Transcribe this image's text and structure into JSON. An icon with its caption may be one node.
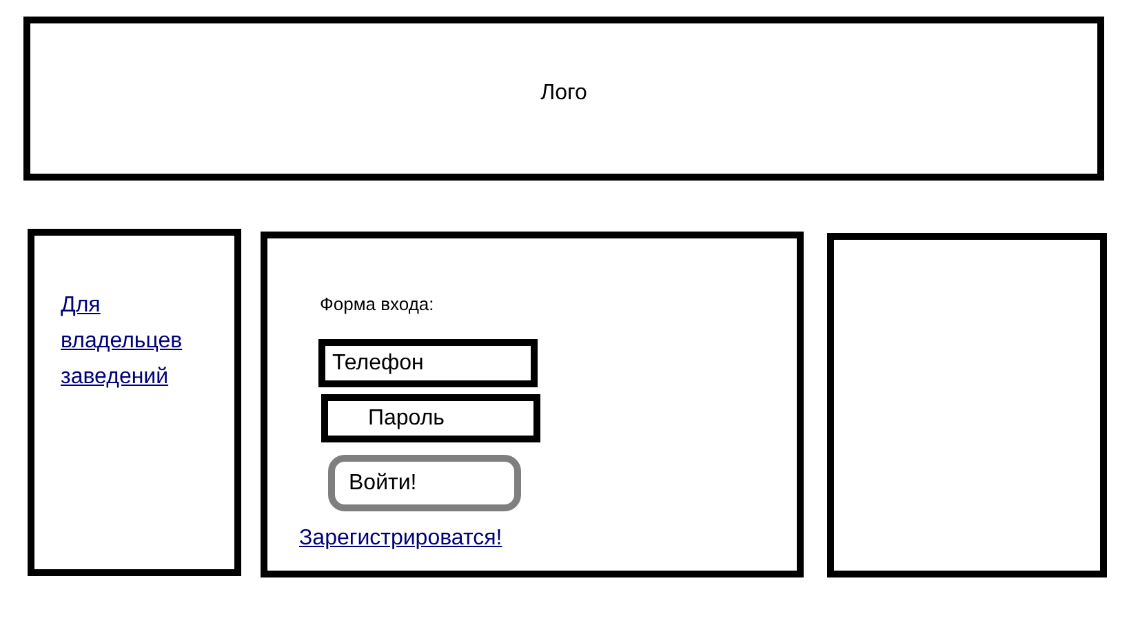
{
  "diagram": {
    "nodes": [
      {
        "text": [
          "Лого"
        ]
      },
      {
        "text": [
          "Для владельцев заведений"
        ]
      },
      {
        "text": [
          "Форма входа:",
          "Зарегистрироватся!"
        ]
      },
      {
        "text": [
          "Телефон"
        ],
        "in": 2
      },
      {
        "text": [
          "Пароль"
        ],
        "in": 2
      },
      {
        "text": [
          "Войти!"
        ],
        "in": 2
      },
      {
        "text": [],
        "shape": "box"
      }
    ]
  }
}
